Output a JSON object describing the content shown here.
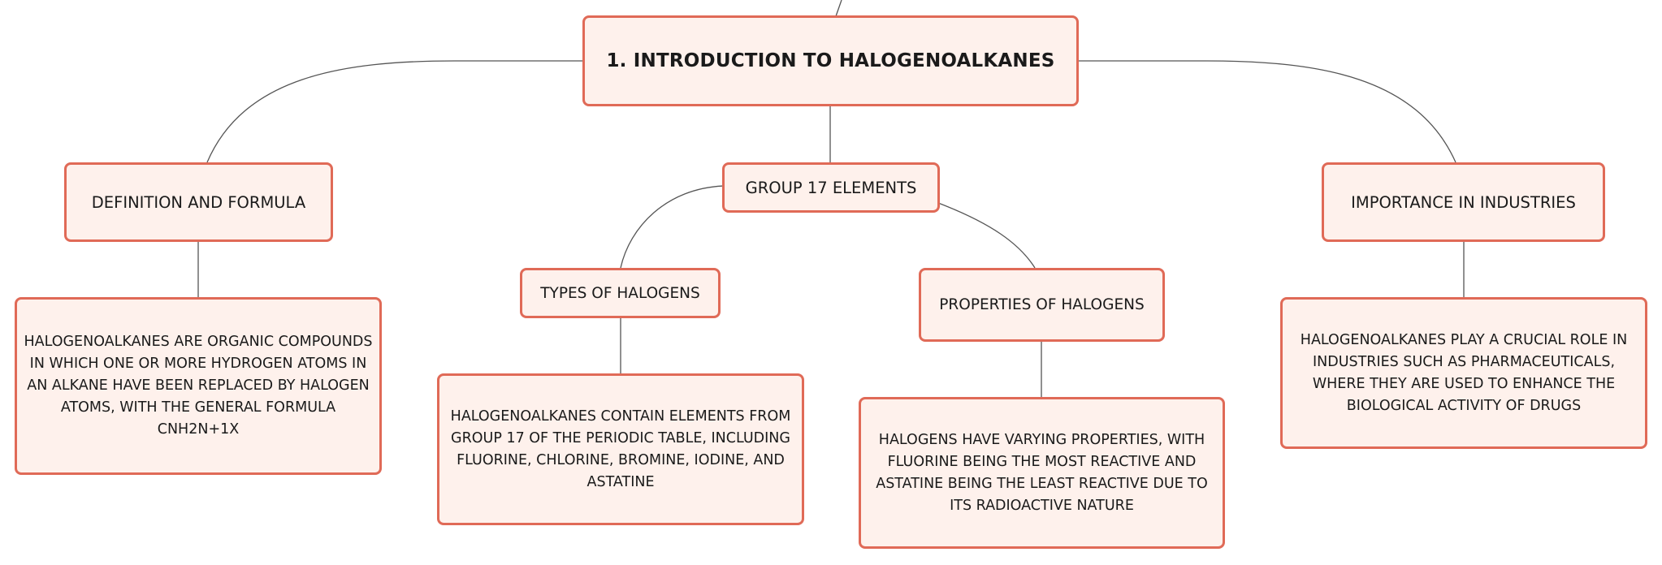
{
  "colors": {
    "node_fill": "#fef1ec",
    "node_border": "#e06a57",
    "connector": "#555555",
    "text": "#1a1a1a"
  },
  "diagram": {
    "root": "1. INTRODUCTION TO HALOGENOALKANES",
    "topics": {
      "definition": "DEFINITION AND FORMULA",
      "group17": "GROUP 17 ELEMENTS",
      "importance": "IMPORTANCE IN INDUSTRIES"
    },
    "subtopics": {
      "types": "TYPES OF HALOGENS",
      "properties": "PROPERTIES OF HALOGENS"
    },
    "details": {
      "definition": "HALOGENOALKANES ARE ORGANIC COMPOUNDS IN WHICH ONE OR MORE HYDROGEN ATOMS IN AN ALKANE HAVE BEEN REPLACED BY HALOGEN ATOMS, WITH THE GENERAL FORMULA CNH2N+1X",
      "types": "HALOGENOALKANES CONTAIN ELEMENTS FROM GROUP 17 OF THE PERIODIC TABLE, INCLUDING FLUORINE, CHLORINE, BROMINE, IODINE, AND ASTATINE",
      "properties": "HALOGENS HAVE VARYING PROPERTIES, WITH FLUORINE BEING THE MOST REACTIVE AND ASTATINE BEING THE LEAST REACTIVE DUE TO ITS RADIOACTIVE NATURE",
      "importance": "HALOGENOALKANES PLAY A CRUCIAL ROLE IN INDUSTRIES SUCH AS PHARMACEUTICALS, WHERE THEY ARE USED TO ENHANCE THE BIOLOGICAL ACTIVITY OF DRUGS"
    }
  }
}
